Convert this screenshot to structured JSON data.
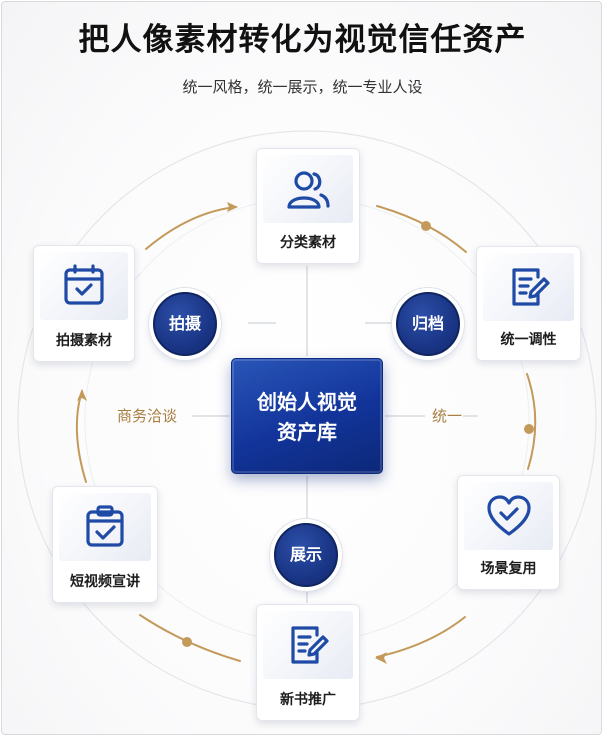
{
  "title": "把人像素材转化为视觉信任资产",
  "subtitle": "统一风格，统一展示，统一专业人设",
  "center": {
    "label": "创始人视觉\n资产库"
  },
  "cards": {
    "classify": {
      "label": "分类素材",
      "icon": "users-icon"
    },
    "tune": {
      "label": "统一调性",
      "icon": "edit-document-icon"
    },
    "reuse": {
      "label": "场景复用",
      "icon": "heart-check-icon"
    },
    "promo": {
      "label": "新书推广",
      "icon": "edit-document-icon"
    },
    "video": {
      "label": "短视频宣讲",
      "icon": "clipboard-check-icon"
    },
    "shoot": {
      "label": "拍摄素材",
      "icon": "calendar-check-icon"
    }
  },
  "badges": {
    "shoot": "拍摄",
    "archive": "归档",
    "display": "展示"
  },
  "side_labels": {
    "business": "商务洽谈",
    "unify": "统一"
  },
  "colors": {
    "navy": "#15338a",
    "gold": "#c49a5b",
    "icon": "#1f4aa6"
  }
}
